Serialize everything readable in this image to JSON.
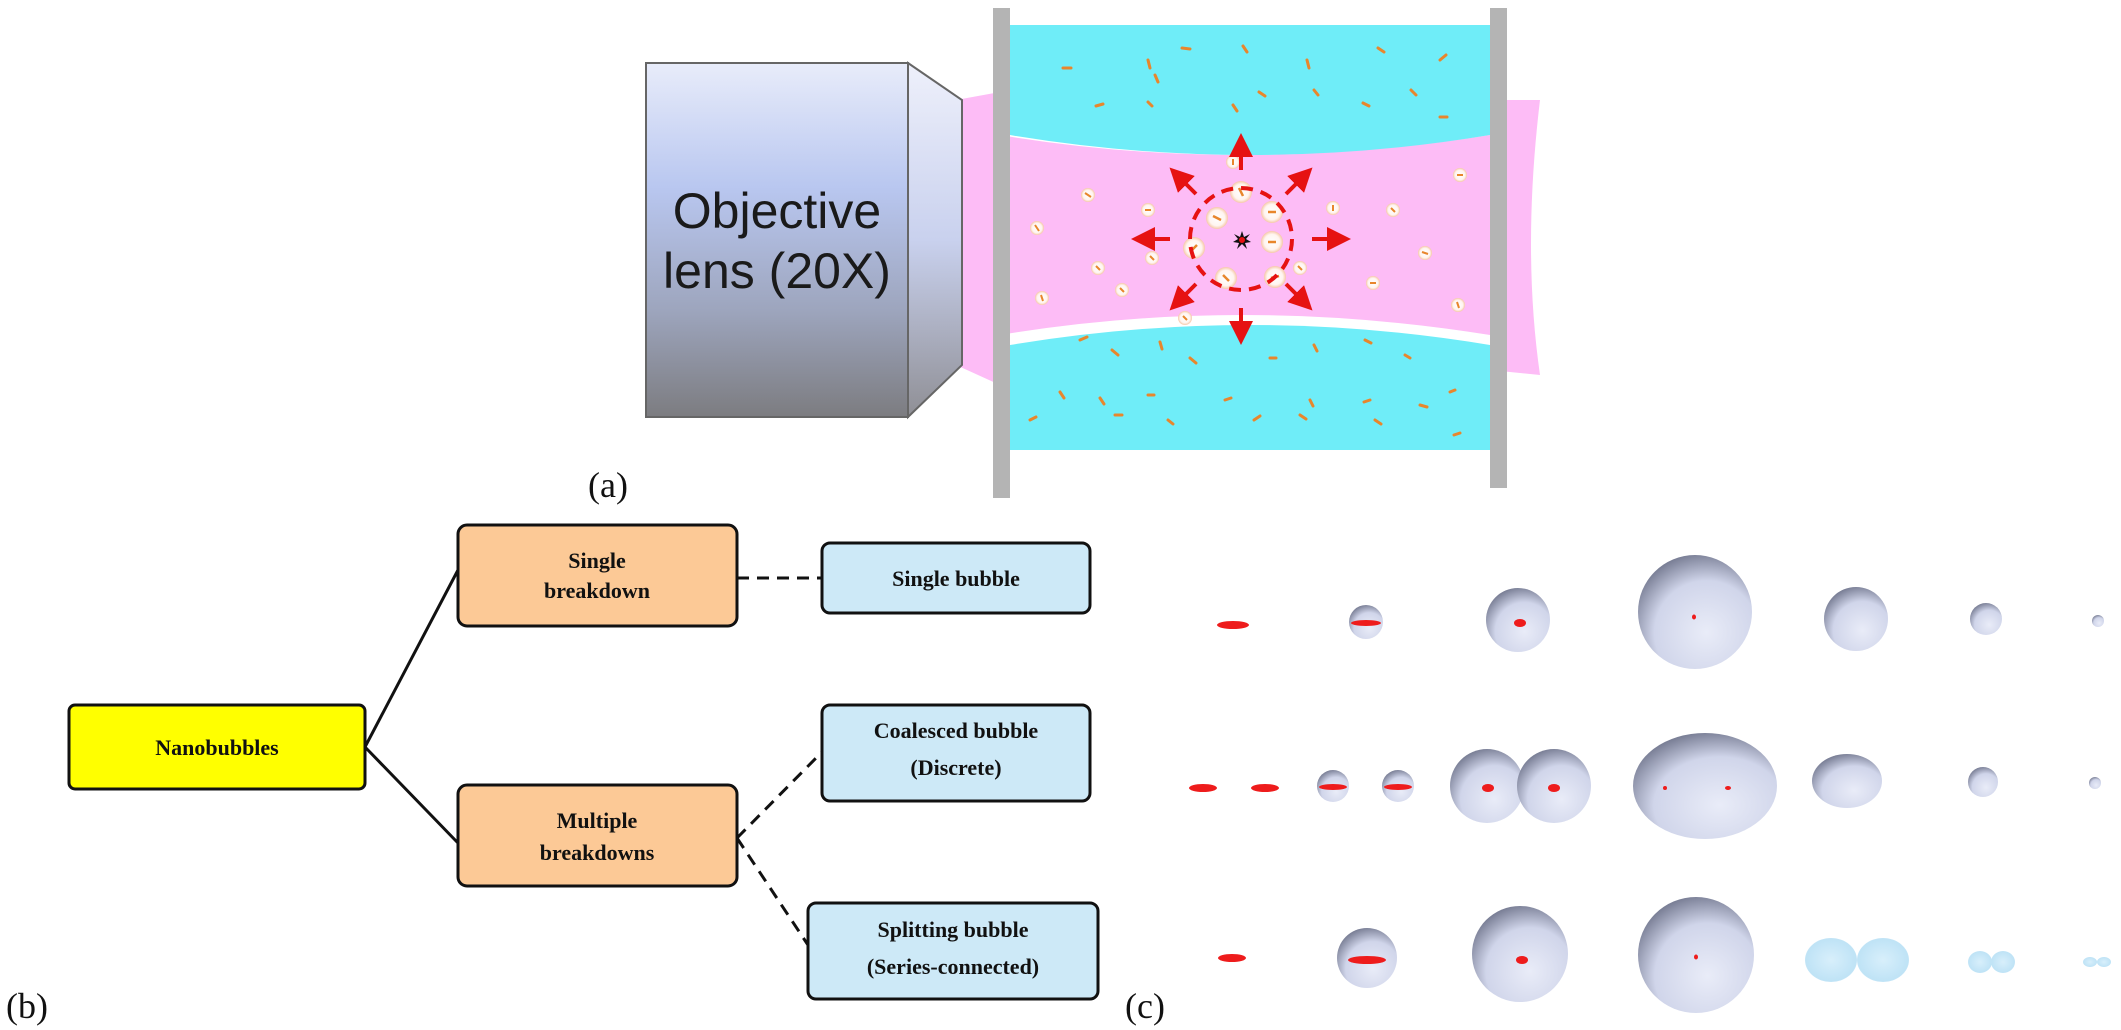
{
  "panel_a": {
    "label": "(a)",
    "objective_lens": {
      "line1": "Objective",
      "line2": "lens (20X)"
    },
    "colors": {
      "liquid": "#6fedf8",
      "beam": "#fdbcf6",
      "arrow": "#e61212",
      "particle": "#e8862c",
      "wall": "#b4b4b4"
    }
  },
  "panel_b": {
    "label": "(b)",
    "root": {
      "label": "Nanobubbles",
      "color": "#ffff00"
    },
    "branches": [
      {
        "label_line1": "Single",
        "label_line2": "breakdown",
        "color": "#fcc996"
      },
      {
        "label_line1": "Multiple",
        "label_line2": "breakdowns",
        "color": "#fcc996"
      }
    ],
    "leaves": [
      {
        "label_line1": "Single bubble",
        "label_line2": "",
        "color": "#cde9f7"
      },
      {
        "label_line1": "Coalesced bubble",
        "label_line2": "(Discrete)",
        "color": "#cde9f7"
      },
      {
        "label_line1": "Splitting bubble",
        "label_line2": "(Series-connected)",
        "color": "#cde9f7"
      }
    ]
  },
  "panel_c": {
    "label": "(c)",
    "rows": [
      "single bubble",
      "coalesced bubble",
      "splitting bubble"
    ],
    "colors": {
      "bubble": "#d4d8ec",
      "split_bubble": "#c8e7f8",
      "plasma": "#ee1c1c"
    }
  }
}
